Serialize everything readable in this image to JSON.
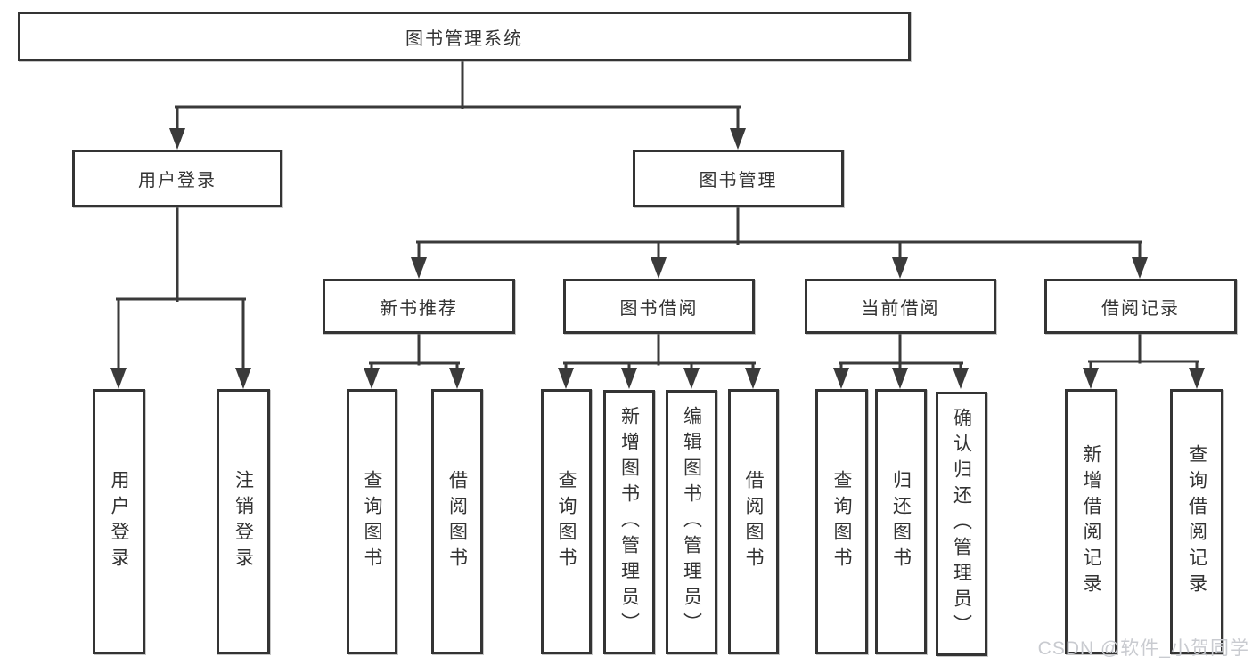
{
  "diagram": {
    "root": {
      "label": "图书管理系统"
    },
    "level2": [
      {
        "label": "用户登录"
      },
      {
        "label": "图书管理"
      }
    ],
    "level3": [
      {
        "label": "新书推荐",
        "parent": "图书管理"
      },
      {
        "label": "图书借阅",
        "parent": "图书管理"
      },
      {
        "label": "当前借阅",
        "parent": "图书管理"
      },
      {
        "label": "借阅记录",
        "parent": "图书管理"
      }
    ],
    "leaves": [
      {
        "label": "用户登录",
        "parent": "用户登录"
      },
      {
        "label": "注销登录",
        "parent": "用户登录"
      },
      {
        "label": "查询图书",
        "parent": "新书推荐"
      },
      {
        "label": "借阅图书",
        "parent": "新书推荐"
      },
      {
        "label": "查询图书",
        "parent": "图书借阅"
      },
      {
        "label": "新增图书（管理员）",
        "parent": "图书借阅"
      },
      {
        "label": "编辑图书（管理员）",
        "parent": "图书借阅"
      },
      {
        "label": "借阅图书",
        "parent": "图书借阅"
      },
      {
        "label": "查询图书",
        "parent": "当前借阅"
      },
      {
        "label": "归还图书",
        "parent": "当前借阅"
      },
      {
        "label": "确认归还（管理员）",
        "parent": "当前借阅"
      },
      {
        "label": "新增借阅记录",
        "parent": "借阅记录"
      },
      {
        "label": "查询借阅记录",
        "parent": "借阅记录"
      }
    ]
  },
  "watermark": {
    "text": "CSDN @软件_小贺同学"
  },
  "colors": {
    "background": "#ffffff",
    "line": "#3a3a3a",
    "box_border": "#343434",
    "text": "#333333",
    "watermark": "#c9cbd0"
  }
}
